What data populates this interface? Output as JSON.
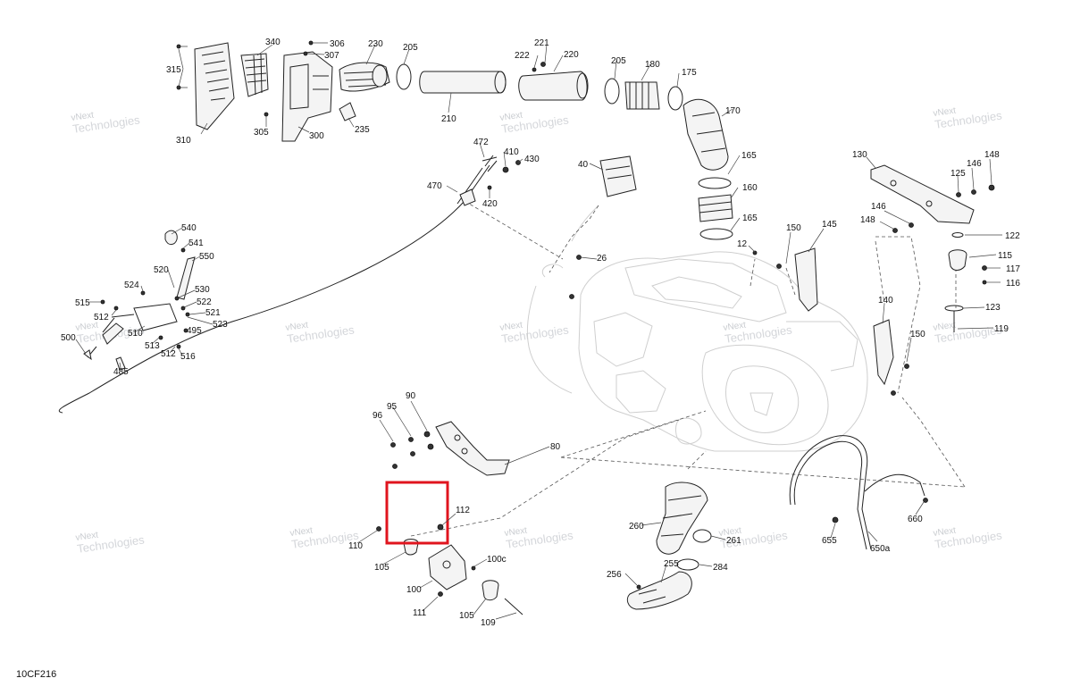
{
  "diagram": {
    "code": "10CF216",
    "watermark": "vNext\nTechnologies",
    "watermark_line1": "vNext",
    "watermark_line2": "Technologies",
    "highlight_color": "#e0141e",
    "callouts": {
      "c315": "315",
      "c340": "340",
      "c306": "306",
      "c307": "307",
      "c230": "230",
      "c205a": "205",
      "c310": "310",
      "c305": "305",
      "c300": "300",
      "c235": "235",
      "c210": "210",
      "c221": "221",
      "c222": "222",
      "c220": "220",
      "c205b": "205",
      "c180": "180",
      "c175": "175",
      "c170": "170",
      "c472": "472",
      "c410": "410",
      "c430": "430",
      "c470": "470",
      "c420": "420",
      "c40": "40",
      "c165a": "165",
      "c160": "160",
      "c165b": "165",
      "c130": "130",
      "c148a": "148",
      "c146a": "146",
      "c125": "125",
      "c146b": "146",
      "c148b": "148",
      "c122": "122",
      "c12": "12",
      "c150a": "150",
      "c145": "145",
      "c115": "115",
      "c117": "117",
      "c116": "116",
      "c26": "26",
      "c140": "140",
      "c123": "123",
      "c119": "119",
      "c150b": "150",
      "c540": "540",
      "c541": "541",
      "c550": "550",
      "c520": "520",
      "c524": "524",
      "c530": "530",
      "c522": "522",
      "c515": "515",
      "c521": "521",
      "c512a": "512",
      "c510": "510",
      "c523": "523",
      "c495": "495",
      "c500": "500",
      "c513": "513",
      "c512b": "512",
      "c516": "516",
      "c485": "485",
      "c90": "90",
      "c95": "95",
      "c96": "96",
      "c80": "80",
      "c112": "112",
      "c110": "110",
      "c105a": "105",
      "c100c": "100c",
      "c100": "100",
      "c111": "111",
      "c105b": "105",
      "c109": "109",
      "c260": "260",
      "c261": "261",
      "c256": "256",
      "c255": "255",
      "c284": "284",
      "c655": "655",
      "c650a": "650a",
      "c660": "660"
    }
  }
}
